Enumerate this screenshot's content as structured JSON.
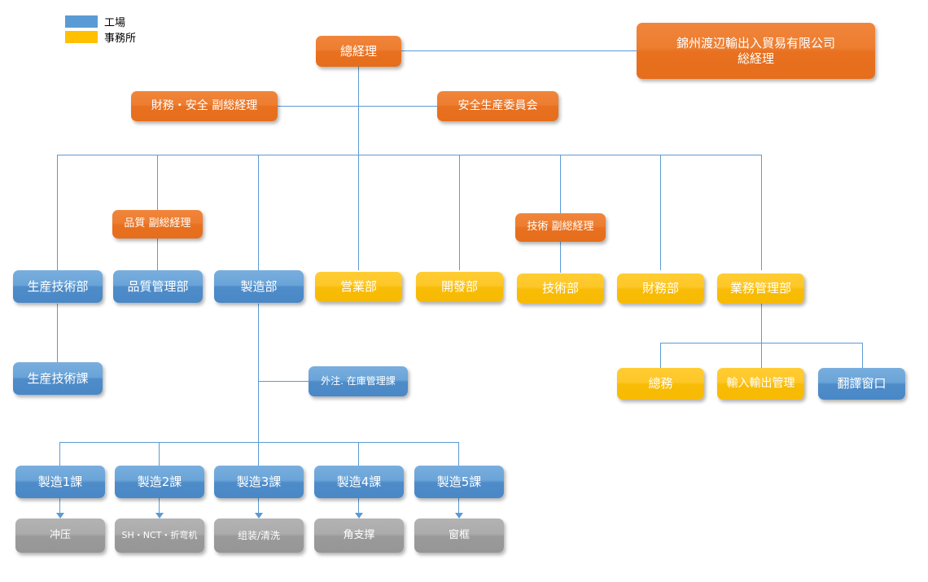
{
  "legend": {
    "items": [
      {
        "label": "工場",
        "swatch": "blue",
        "color": "#5b9bd5"
      },
      {
        "label": "事務所",
        "swatch": "yellow",
        "color": "#ffc000"
      }
    ]
  },
  "colors": {
    "blue": "#5b9bd5",
    "orange": "#ed7d31",
    "yellow": "#ffc000",
    "gray": "#a6a6a6",
    "connector": "#5b9bd5"
  },
  "nodes": {
    "general_manager": "總経理",
    "parent_company": "錦州渡辺輸出入貿易有限公司\n総経理",
    "parent_company_line1": "錦州渡辺輸出入貿易有限公司",
    "parent_company_line2": "総経理",
    "finance_safety_deputy": "財務・安全 副総経理",
    "safety_committee": "安全生産委員会",
    "quality_deputy": "品質 副総経理",
    "tech_deputy": "技術 副総経理",
    "dept_production_tech": "生産技術部",
    "dept_quality_control": "品質管理部",
    "dept_manufacturing": "製造部",
    "dept_sales": "営業部",
    "dept_development": "開發部",
    "dept_technology": "技術部",
    "dept_finance": "財務部",
    "dept_business_admin": "業務管理部",
    "sec_production_tech": "生産技術課",
    "sec_outsourcing_inventory": "外注. 在庫管理課",
    "sec_general_affairs": "總務",
    "sec_import_export": "輸入輸出管理",
    "sec_translation": "翻譯窗口",
    "mfg_section_1": "製造1課",
    "mfg_section_2": "製造2課",
    "mfg_section_3": "製造3課",
    "mfg_section_4": "製造4課",
    "mfg_section_5": "製造5課",
    "proc_stamping": "冲压",
    "proc_sh_nct_bending": "SH・NCT・折弯机",
    "proc_assembly_cleaning": "组装/清洗",
    "proc_corner_support": "角支撑",
    "proc_window_frame": "窗框"
  }
}
